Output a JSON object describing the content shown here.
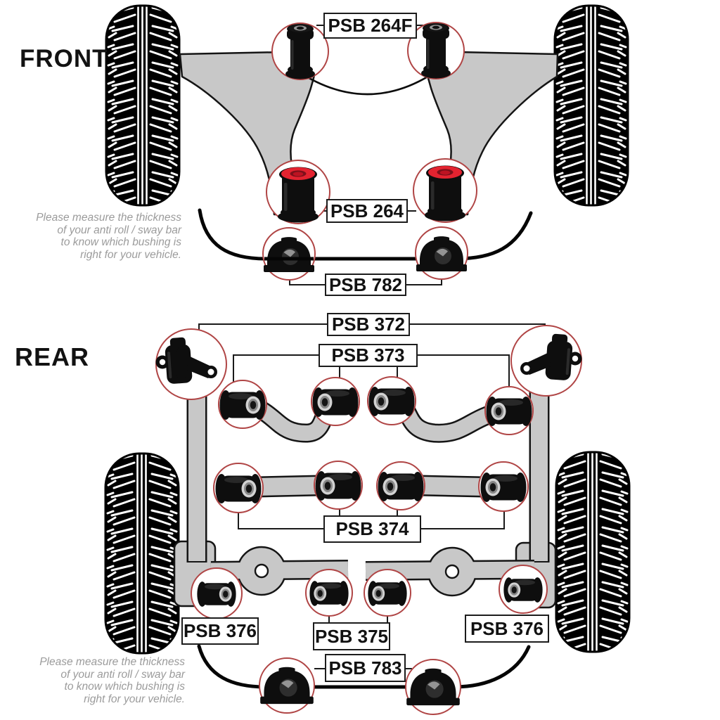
{
  "front": {
    "heading": "FRONT",
    "parts": [
      {
        "id": "psb-264f",
        "label": "PSB 264F"
      },
      {
        "id": "psb-264",
        "label": "PSB 264"
      },
      {
        "id": "psb-782",
        "label": "PSB 782"
      }
    ],
    "note_lines": [
      "Please measure the thickness",
      "of your anti roll / sway bar",
      "to know which bushing is",
      "right for your vehicle."
    ]
  },
  "rear": {
    "heading": "REAR",
    "parts": [
      {
        "id": "psb-372",
        "label": "PSB 372"
      },
      {
        "id": "psb-373",
        "label": "PSB 373"
      },
      {
        "id": "psb-374",
        "label": "PSB 374"
      },
      {
        "id": "psb-376-left",
        "label": "PSB 376"
      },
      {
        "id": "psb-375",
        "label": "PSB 375"
      },
      {
        "id": "psb-376-right",
        "label": "PSB 376"
      },
      {
        "id": "psb-783",
        "label": "PSB 783"
      }
    ],
    "note_lines": [
      "Please measure the thickness",
      "of your anti roll / sway bar",
      "to know which bushing is",
      "right for your vehicle."
    ]
  },
  "colors": {
    "arm_gray": "#c8c8c8",
    "outline": "#151515",
    "highlight_circle_red": "#b04545",
    "bushing_red_top": "#e32330",
    "note_text": "#9b9b9b"
  },
  "icons": {
    "tire": "tire-tread-icon",
    "vertical_bushing": "control-arm-bushing-icon",
    "red_top_bushing": "red-top-bushing-icon",
    "sway_bar_bushing": "d-shape-sway-bar-bushing-icon",
    "bracket_bushing": "bracket-eye-bushing-icon",
    "barrel_bushing": "barrel-bushing-icon"
  }
}
